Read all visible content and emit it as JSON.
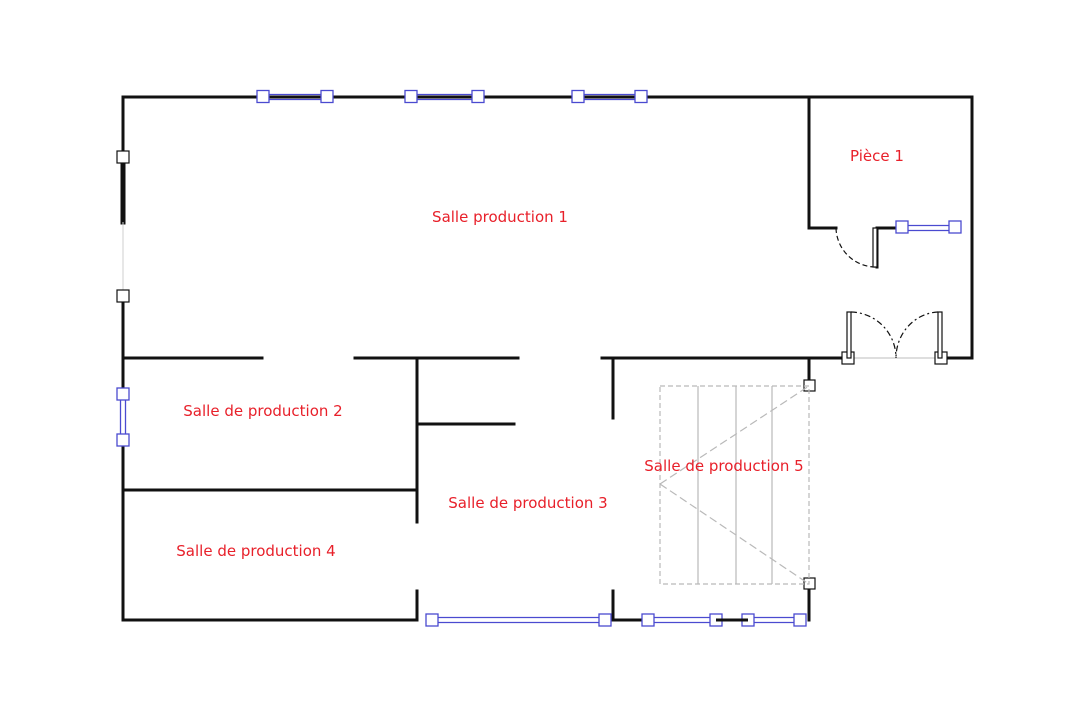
{
  "floor_plan": {
    "colors": {
      "wall": "#111111",
      "window": "#4a4ad0",
      "label": "#e8202a",
      "stair": "#b9b9b9",
      "handle_fill": "#ffffff"
    },
    "rooms": {
      "salle_production_1": "Salle production 1",
      "piece_1": "Pièce 1",
      "salle_de_production_2": "Salle de production 2",
      "salle_de_production_3": "Salle de production 3",
      "salle_de_production_4": "Salle de production 4",
      "salle_de_production_5": "Salle de production 5"
    }
  }
}
